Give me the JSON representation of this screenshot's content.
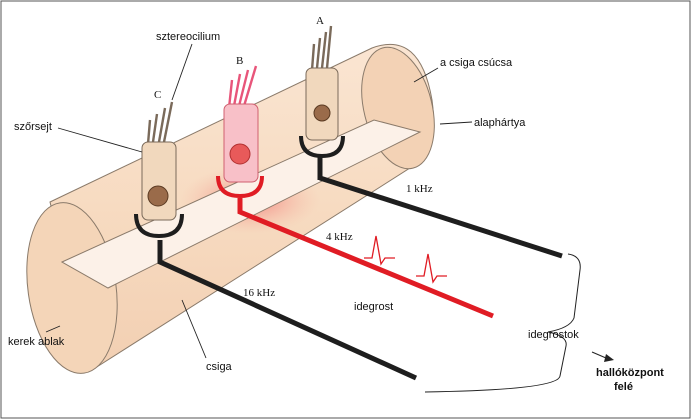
{
  "labels": {
    "hair_A": "A",
    "hair_B": "B",
    "hair_C": "C",
    "stereocilium": "sztereocilium",
    "hair_cell": "szőrsejt",
    "apex": "a csiga csúcsa",
    "basilar_membrane": "alaphártya",
    "freq_1k": "1 kHz",
    "freq_4k": "4 kHz",
    "freq_16k": "16 kHz",
    "nerve_fiber": "idegrost",
    "nerve_fibers": "idegrostok",
    "round_window": "kerek ablak",
    "cochlea": "csiga",
    "auditory_center_line1": "hallóközpont",
    "auditory_center_line2": "felé"
  },
  "colors": {
    "cochlea_fill": "#f7dcc3",
    "cochlea_stroke": "#8a7a6a",
    "hair_cell_fill": "#f1d8bd",
    "active_cell_fill": "#f8c0c8",
    "nucleus": "#9a6b4a",
    "active_nucleus": "#e85a5a",
    "active_fiber": "#e01c24",
    "fiber": "#1e1e1e"
  },
  "icons": {
    "arrow": "arrow-right-icon"
  }
}
